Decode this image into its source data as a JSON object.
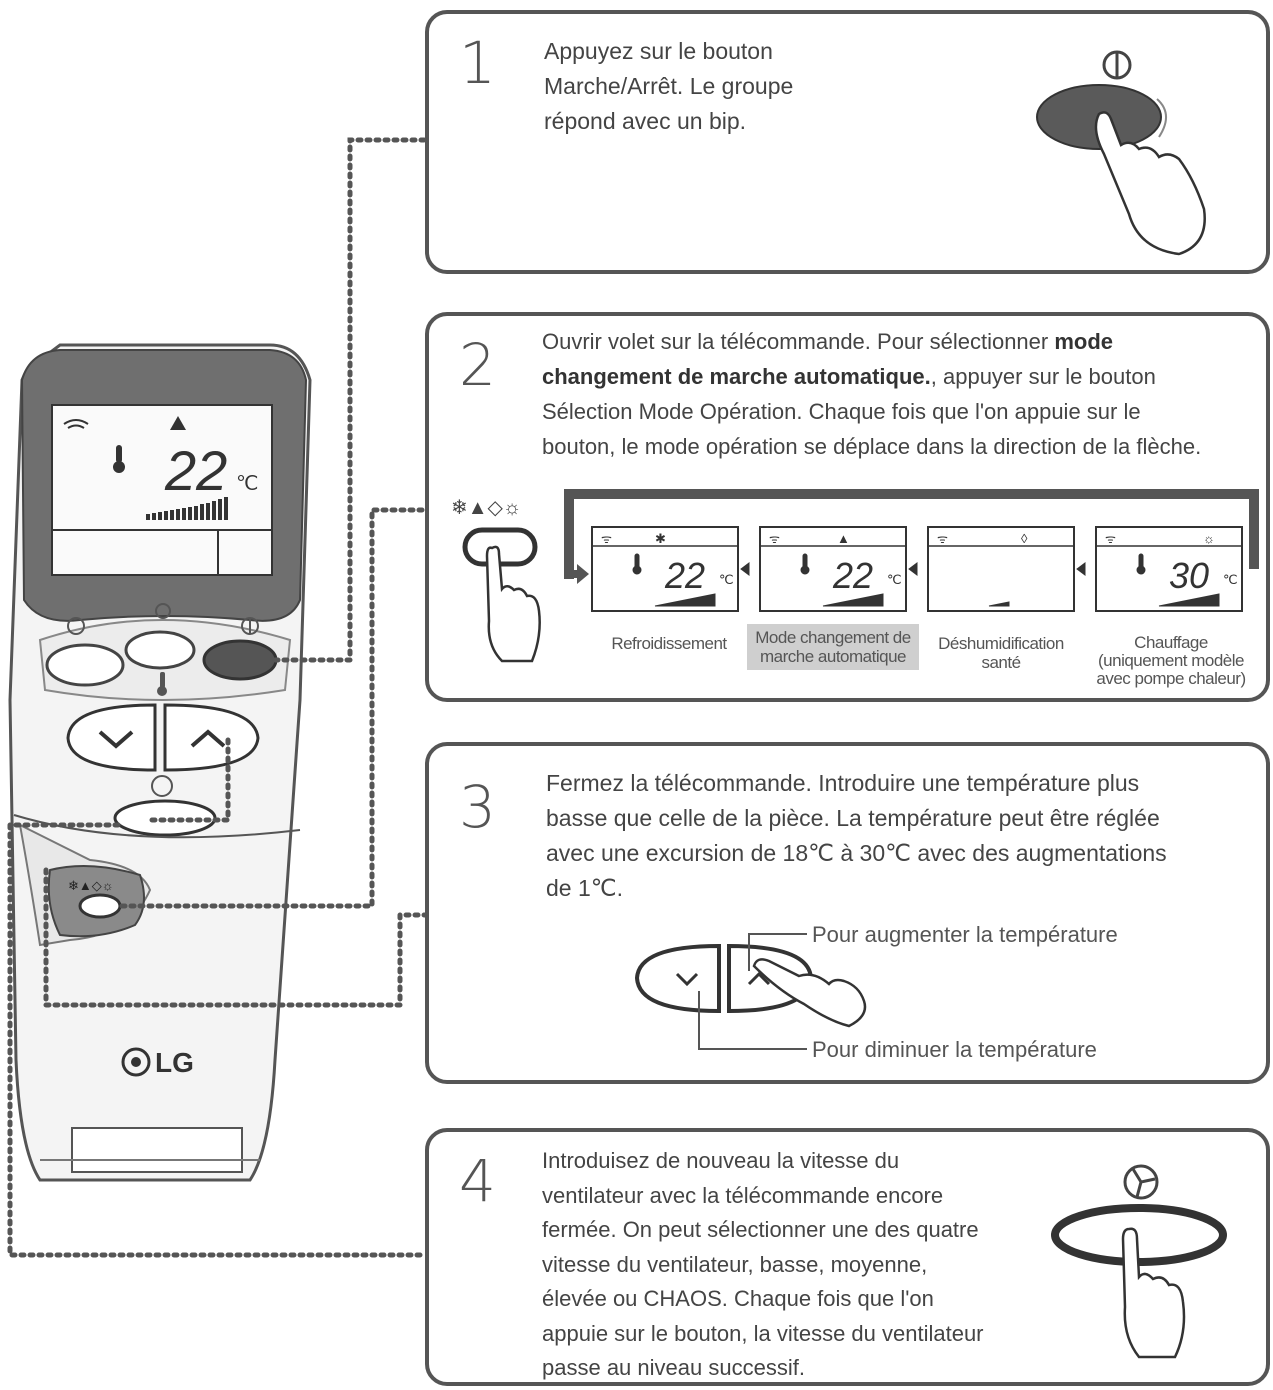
{
  "steps": [
    {
      "number": "1",
      "text": "Appuyez sur le bouton Marche/Arrêt. Le groupe répond avec un bip.",
      "lines": [
        "Appuyez sur le bouton",
        "Marche/Arrêt. Le groupe",
        "répond avec un bip."
      ]
    },
    {
      "number": "2",
      "line1": "Ouvrir volet sur la télécommande. Pour sélectionner ",
      "line1_bold": "mode",
      "line2_bold": "changement de marche automatique.",
      "line2": ", appuyer sur le bouton",
      "line3": "Sélection Mode Opération. Chaque fois que l'on appuie sur le",
      "line4": "bouton, le mode opération se déplace dans la direction de la flèche."
    },
    {
      "number": "3",
      "lines": [
        "Fermez la télécommande. Introduire une température plus",
        "basse que celle de la pièce. La température peut être réglée",
        "avec une excursion de 18℃ à 30℃ avec des augmentations",
        "de 1℃."
      ],
      "increase_label": "Pour augmenter la température",
      "decrease_label": "Pour diminuer la température"
    },
    {
      "number": "4",
      "lines": [
        "Introduisez de nouveau la vitesse du",
        "ventilateur avec la télécommande encore",
        "fermée. On peut sélectionner une des quatre",
        "vitesse du ventilateur, basse, moyenne,",
        "élevée ou CHAOS. Chaque fois que l'on",
        "appuie sur le bouton, la vitesse du ventilateur",
        "passe au niveau successif."
      ]
    }
  ],
  "modes": [
    {
      "lines": [
        "Refroidissement"
      ],
      "icon": "snowflake-icon",
      "temp": "22",
      "unit": "℃"
    },
    {
      "lines": [
        "Mode changement de",
        "marche automatique"
      ],
      "icon": "auto-mode-icon",
      "temp": "22",
      "unit": "℃",
      "highlighted": true
    },
    {
      "lines": [
        "Déshumidification",
        "santé"
      ],
      "icon": "drop-icon",
      "temp": "",
      "unit": ""
    },
    {
      "lines": [
        "Chauffage",
        "(uniquement modèle",
        "avec pompe chaleur)"
      ],
      "icon": "sun-icon",
      "temp": "30",
      "unit": "℃"
    }
  ],
  "remote": {
    "display_temp": "22",
    "display_unit": "℃",
    "brand": "LG"
  },
  "colors": {
    "border": "#555555",
    "text": "#444444",
    "highlight": "#cfcfcf",
    "remote_dark": "#6f6f6f",
    "remote_body": "#f3f3f3"
  }
}
